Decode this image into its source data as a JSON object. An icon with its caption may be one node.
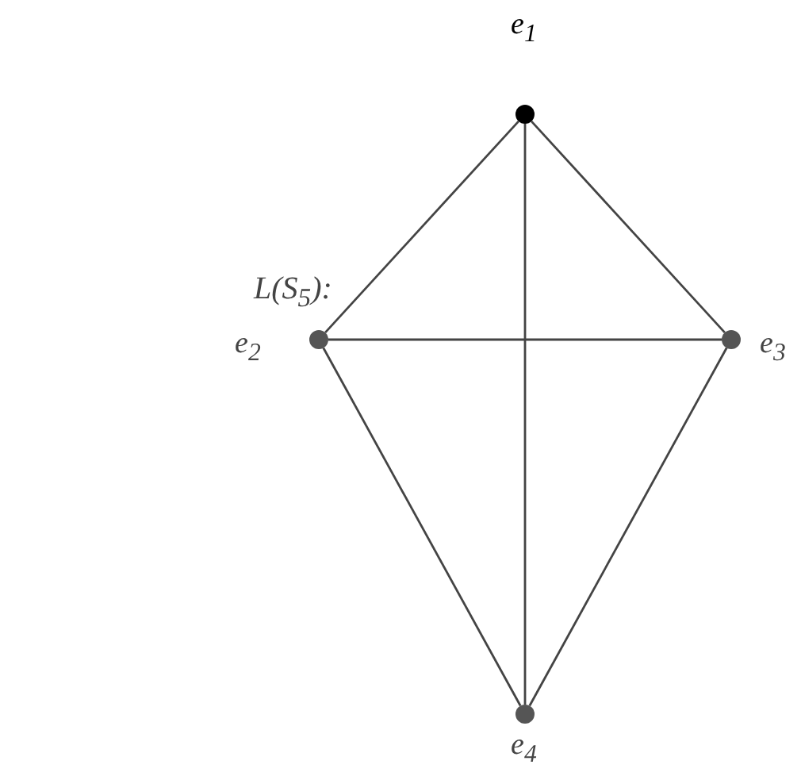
{
  "diagram": {
    "nodes": [
      {
        "text": [],
        "shape": "circle",
        "beside": [
          "e$_{1}$"
        ]
      },
      {
        "text": [],
        "shape": "circle",
        "beside": [
          "e$_{2}$"
        ]
      },
      {
        "text": [],
        "shape": "circle",
        "beside": [
          "e$_{3}$"
        ]
      },
      {
        "text": [],
        "shape": "circle",
        "beside": [
          "e$_{4}$"
        ]
      }
    ],
    "edges": [
      {
        "from": 0,
        "to": 1,
        "arrow": "none"
      },
      {
        "from": 0,
        "to": 2,
        "arrow": "none"
      },
      {
        "from": 0,
        "to": 3,
        "arrow": "none"
      },
      {
        "from": 1,
        "to": 2,
        "arrow": "none"
      },
      {
        "from": 1,
        "to": 3,
        "arrow": "none"
      },
      {
        "from": 2,
        "to": 3,
        "arrow": "none"
      }
    ],
    "labels": [
      "L(S$_{5}$):"
    ]
  }
}
